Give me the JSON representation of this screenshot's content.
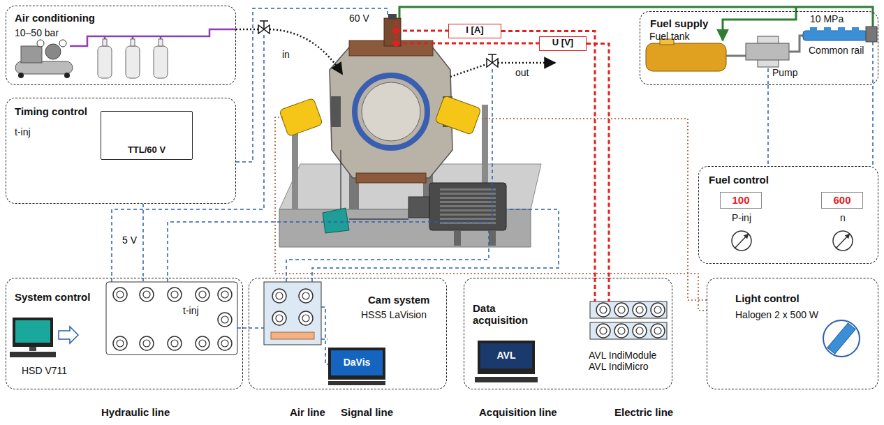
{
  "diagram": {
    "nodes": [
      {
        "text": [
          "Air conditioning",
          "10–50 bar"
        ]
      },
      {
        "text": [
          "Timing control",
          "t-inj"
        ]
      },
      {
        "text": [
          "TTL/60 V"
        ],
        "in": 1
      },
      {
        "text": [
          "Fuel supply"
        ]
      },
      {
        "text": [
          "Fuel control"
        ]
      },
      {
        "text": [
          "100"
        ],
        "in": 4
      },
      {
        "text": [
          "600"
        ],
        "in": 4
      },
      {
        "text": [
          "System control",
          "HSD V711"
        ]
      },
      {
        "text": [
          "Cam system",
          "HSS5 LaVision"
        ]
      },
      {
        "text": [
          "Data acquisition",
          "AVL IndiModule AVL IndiMicro"
        ]
      },
      {
        "text": [
          "Light control",
          "Halogen 2 x 500 W"
        ]
      },
      {
        "text": [
          "I [A]"
        ]
      },
      {
        "text": [
          "U [V]"
        ]
      }
    ],
    "edges": [
      {
        "from": 1,
        "to": 7,
        "arrow": "none",
        "label": "5 V"
      },
      {
        "from": 7,
        "to": 8,
        "arrow": "none"
      },
      {
        "from": 3,
        "to": 4,
        "arrow": "none"
      },
      {
        "from": 11,
        "to": 9,
        "arrow": "none"
      },
      {
        "from": 12,
        "to": 9,
        "arrow": "none"
      }
    ],
    "labels": [
      "60 V",
      "in",
      "out",
      "10 MPa",
      "Fuel tank",
      "Common rail",
      "Pump",
      "P-inj",
      "n",
      "t-inj",
      "DaVis",
      "AVL",
      "Hydraulic line",
      "Air line",
      "Signal line",
      "Acquisition line",
      "Electric line"
    ]
  }
}
